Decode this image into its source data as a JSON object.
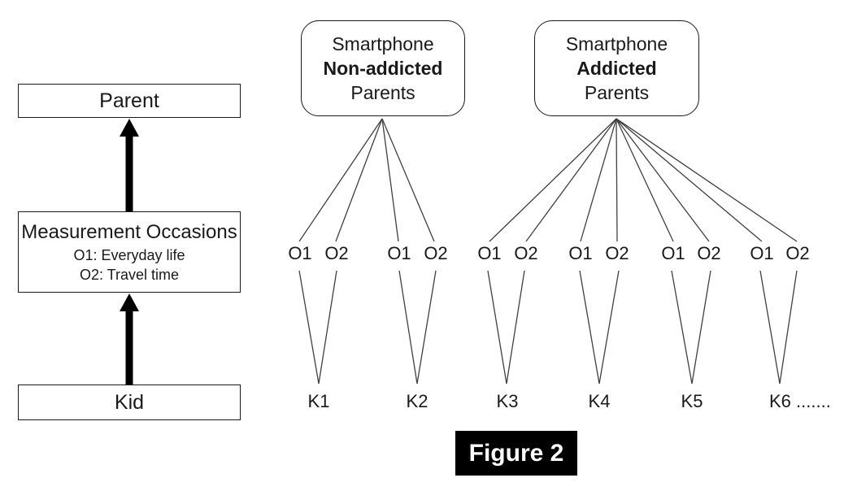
{
  "figure": {
    "caption": "Figure 2"
  },
  "left_panel": {
    "parent_box": {
      "label": "Parent"
    },
    "measurement_box": {
      "title": "Measurement Occasions",
      "line1": "O1: Everyday life",
      "line2": "O2: Travel time"
    },
    "kid_box": {
      "label": "Kid"
    }
  },
  "group_boxes": [
    {
      "line1": "Smartphone",
      "line2": "Non-addicted",
      "line3": "Parents"
    },
    {
      "line1": "Smartphone",
      "line2": "Addicted",
      "line3": "Parents"
    }
  ],
  "occasion_labels": [
    "O1",
    "O2",
    "O1",
    "O2",
    "O1",
    "O2",
    "O1",
    "O2",
    "O1",
    "O2",
    "O1",
    "O2"
  ],
  "kid_labels": [
    "K1",
    "K2",
    "K3",
    "K4",
    "K5",
    "K6 ......."
  ],
  "colors": {
    "box_border": "#1a1a1a",
    "connector_line": "#404040",
    "arrow": "#000000",
    "caption_background": "#000000",
    "caption_text": "#ffffff",
    "background": "#ffffff"
  }
}
